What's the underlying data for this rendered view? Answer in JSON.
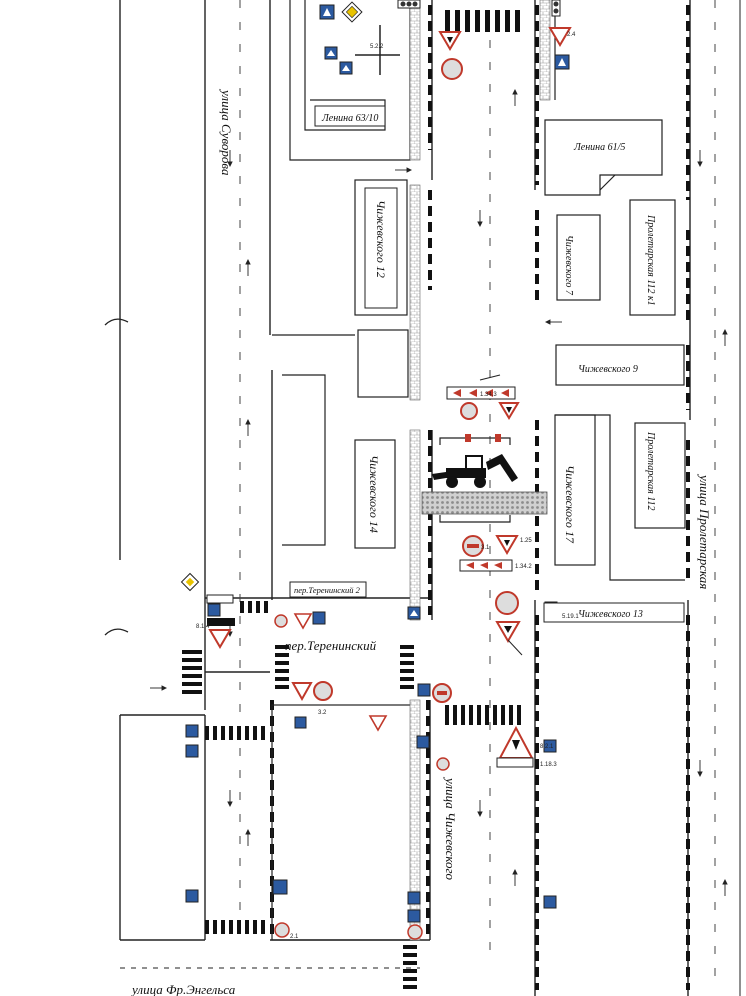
{
  "streets": {
    "suvorova": "улица Суворова",
    "proletarskaya": "улица Пролетарская",
    "chizhevskogo": "улица Чижевского",
    "tereninsky": "пер.Теренинский",
    "engelsa": "улица Фр.Энгельса"
  },
  "buildings": {
    "lenina_63_10": "Ленина 63/10",
    "lenina_61_5": "Ленина 61/5",
    "chizh_12": "Чижевского 12",
    "chizh_7": "Чижевского 7",
    "prolet_112k1": "Пролетарская 112 к1",
    "chizh_9": "Чижевского 9",
    "prolet_112": "Пролетарская 112",
    "chizh_14": "Чижевского 14",
    "chizh_17": "Чижевского 17",
    "teren_2": "пер.Теренинский 2",
    "chizh_13": "Чижевского 13"
  },
  "sign_codes": {
    "s_8_1_4": "8.1.4",
    "s_3_2": "3.2",
    "s_1_25": "1.25",
    "s_3_1": "3.1",
    "s_1_34_2": "1.34.2",
    "s_5_19_1": "5.19.1",
    "s_2_1": "2.1",
    "s_2_4": "2.4",
    "s_1_34_3": "1.34.3",
    "s_1_18_3": "1.18.3",
    "s_5_2_2": "5.2.2",
    "s_8_2_1": "8.2.1"
  },
  "colors": {
    "line": "#222222",
    "road_marking": "#111111",
    "sign_red": "#c0392b",
    "sign_blue": "#2c5aa0",
    "sign_yellow": "#e8c300",
    "paving": "#b5b5b5"
  }
}
